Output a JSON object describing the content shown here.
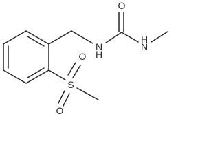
{
  "molecule": {
    "atoms": {
      "O_carbonyl": "O",
      "N_left": "N",
      "H_left": "H",
      "N_right": "N",
      "H_right": "H",
      "S": "S",
      "O_top": "O",
      "O_bottom": "O"
    }
  }
}
